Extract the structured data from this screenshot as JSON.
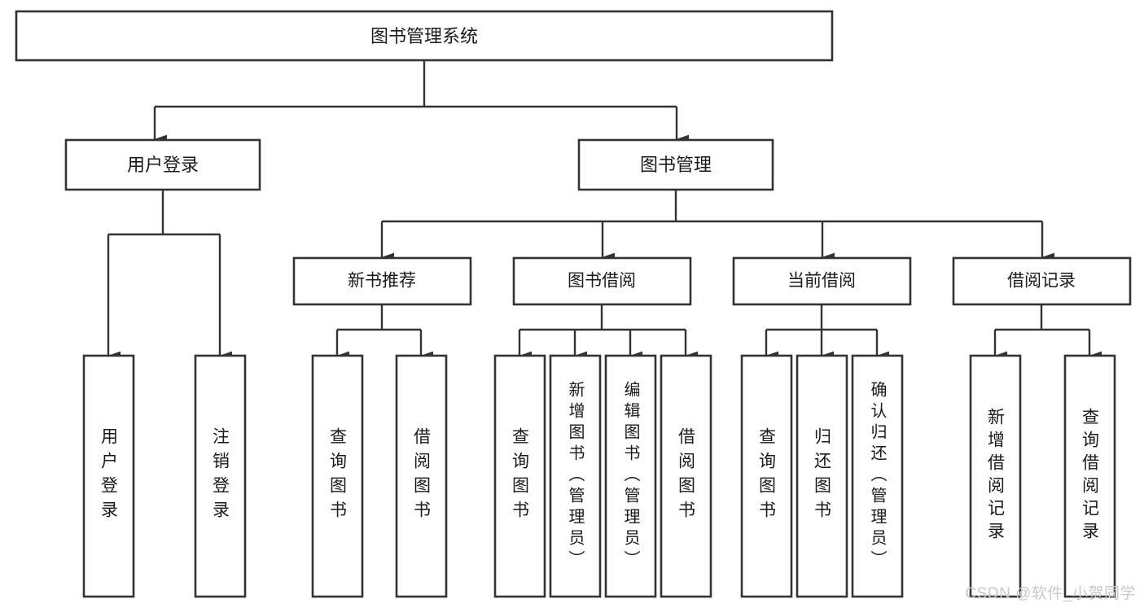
{
  "diagram": {
    "type": "tree-hierarchy",
    "title": "图书管理系统",
    "watermark": "CSDN @软件_小贺同学",
    "levels": {
      "level1": [
        {
          "id": "root",
          "label": "图书管理系统"
        }
      ],
      "level2": [
        {
          "id": "user-login",
          "label": "用户登录",
          "parent": "root"
        },
        {
          "id": "book-manage",
          "label": "图书管理",
          "parent": "root"
        }
      ],
      "level3": [
        {
          "id": "new-book-rec",
          "label": "新书推荐",
          "parent": "book-manage"
        },
        {
          "id": "book-borrow",
          "label": "图书借阅",
          "parent": "book-manage"
        },
        {
          "id": "current-borrow",
          "label": "当前借阅",
          "parent": "book-manage"
        },
        {
          "id": "borrow-record",
          "label": "借阅记录",
          "parent": "book-manage"
        }
      ],
      "level4": [
        {
          "id": "leaf-user-login",
          "label": "用户登录",
          "parent": "user-login"
        },
        {
          "id": "leaf-logout",
          "label": "注销登录",
          "parent": "user-login"
        },
        {
          "id": "leaf-query-book-1",
          "label": "查询图书",
          "parent": "new-book-rec"
        },
        {
          "id": "leaf-borrow-book-1",
          "label": "借阅图书",
          "parent": "new-book-rec"
        },
        {
          "id": "leaf-query-book-2",
          "label": "查询图书",
          "parent": "book-borrow"
        },
        {
          "id": "leaf-add-book",
          "label": "新增图书（管理员）",
          "parent": "book-borrow"
        },
        {
          "id": "leaf-edit-book",
          "label": "编辑图书（管理员）",
          "parent": "book-borrow"
        },
        {
          "id": "leaf-borrow-book-2",
          "label": "借阅图书",
          "parent": "book-borrow"
        },
        {
          "id": "leaf-query-book-3",
          "label": "查询图书",
          "parent": "current-borrow"
        },
        {
          "id": "leaf-return-book",
          "label": "归还图书",
          "parent": "current-borrow"
        },
        {
          "id": "leaf-confirm-return",
          "label": "确认归还（管理员）",
          "parent": "current-borrow"
        },
        {
          "id": "leaf-add-record",
          "label": "新增借阅记录",
          "parent": "borrow-record"
        },
        {
          "id": "leaf-query-record",
          "label": "查询借阅记录",
          "parent": "borrow-record"
        }
      ]
    },
    "colors": {
      "box_stroke": "#333333",
      "box_fill": "#ffffff",
      "text": "#1a1a1a",
      "connector": "#333333",
      "watermark": "#c9c9c9",
      "background": "#ffffff"
    }
  }
}
